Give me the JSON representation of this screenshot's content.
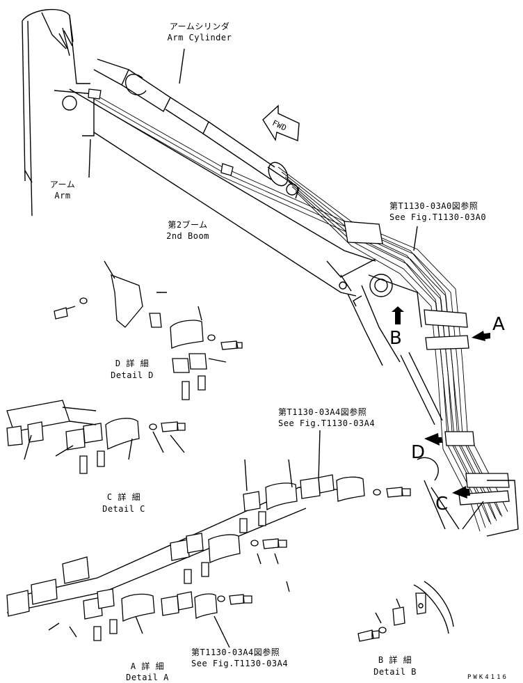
{
  "labels": {
    "arm_cylinder_jp": "アームシリンダ",
    "arm_cylinder_en": "Arm Cylinder",
    "arm_jp": "アーム",
    "arm_en": "Arm",
    "second_boom_jp": "第2ブーム",
    "second_boom_en": "2nd Boom",
    "fwd": "FWD",
    "ref_a0_jp": "第T1130-03A0図参照",
    "ref_a0_en": "See Fig.T1130-03A0",
    "ref_a4_top_jp": "第T1130-03A4図参照",
    "ref_a4_top_en": "See Fig.T1130-03A4",
    "ref_a4_bottom_jp": "第T1130-03A4図参照",
    "ref_a4_bottom_en": "See Fig.T1130-03A4",
    "detail_d_jp": "D 詳 細",
    "detail_d_en": "Detail D",
    "detail_c_jp": "C 詳 細",
    "detail_c_en": "Detail C",
    "detail_a_jp": "A 詳 細",
    "detail_a_en": "Detail A",
    "detail_b_jp": "B 詳 細",
    "detail_b_en": "Detail B",
    "callout_a": "A",
    "callout_b": "B",
    "callout_c": "C",
    "callout_d": "D",
    "drawing_code": "PWK4116"
  },
  "style": {
    "ink": "#000000",
    "paper": "#ffffff"
  }
}
